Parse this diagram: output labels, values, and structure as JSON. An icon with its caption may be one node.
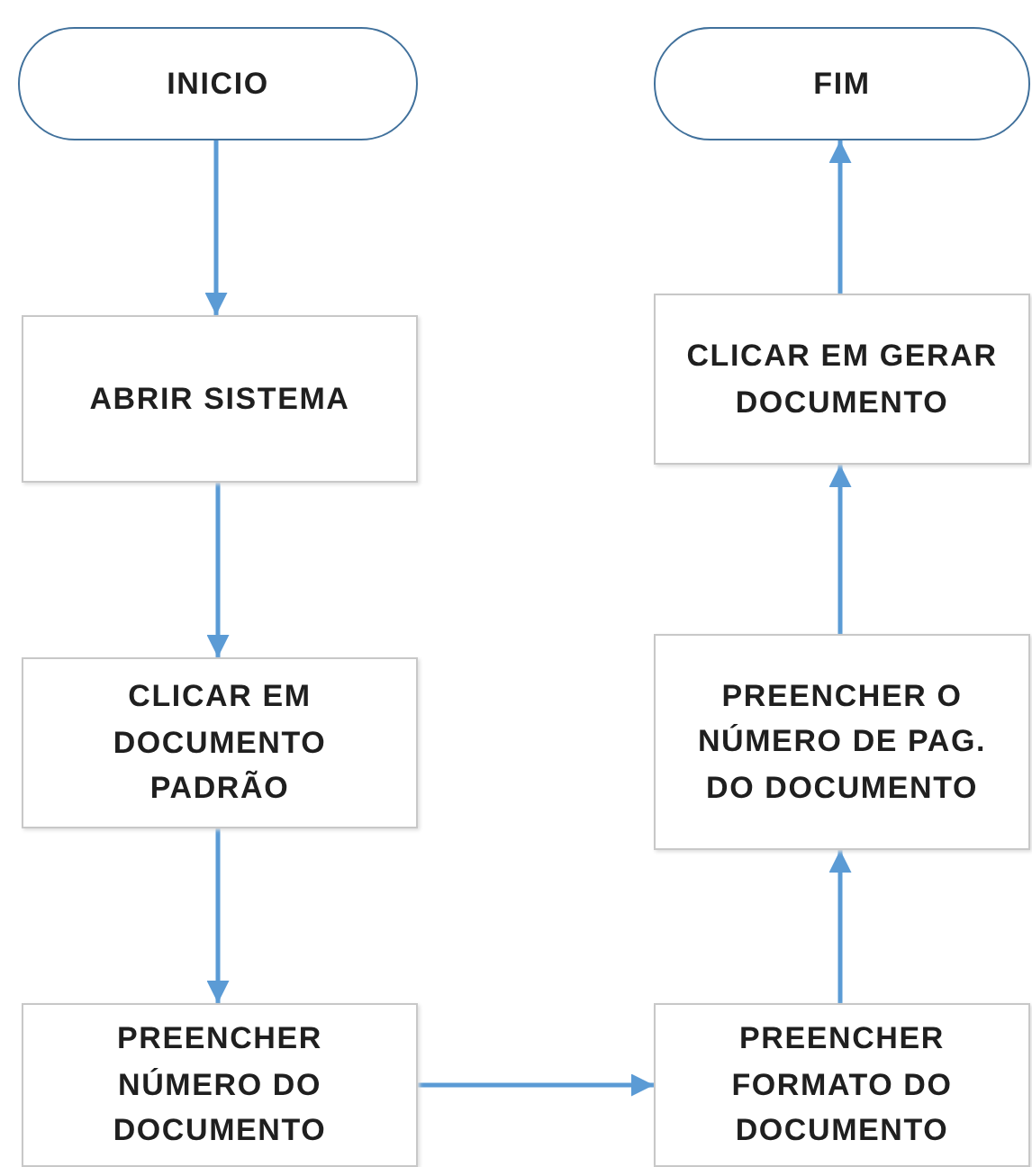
{
  "diagram": {
    "nodes": [
      {
        "text": [
          "INICIO"
        ]
      },
      {
        "text": [
          "FIM"
        ]
      },
      {
        "text": [
          "ABRIR SISTEMA"
        ]
      },
      {
        "text": [
          "CLICAR EM GERAR DOCUMENTO"
        ]
      },
      {
        "text": [
          "CLICAR EM DOCUMENTO PADRÃO"
        ]
      },
      {
        "text": [
          "PREENCHER O NÚMERO DE PAG. DO DOCUMENTO"
        ]
      },
      {
        "text": [
          "PREENCHER NÚMERO DO DOCUMENTO"
        ]
      },
      {
        "text": [
          "PREENCHER FORMATO DO DOCUMENTO"
        ]
      }
    ],
    "edges": [
      {
        "from": 0,
        "to": 2,
        "arrow": "to"
      },
      {
        "from": 2,
        "to": 4,
        "arrow": "to"
      },
      {
        "from": 4,
        "to": 6,
        "arrow": "to"
      },
      {
        "from": 6,
        "to": 7,
        "arrow": "to"
      },
      {
        "from": 7,
        "to": 5,
        "arrow": "to"
      },
      {
        "from": 5,
        "to": 3,
        "arrow": "to"
      },
      {
        "from": 3,
        "to": 1,
        "arrow": "to"
      }
    ]
  }
}
